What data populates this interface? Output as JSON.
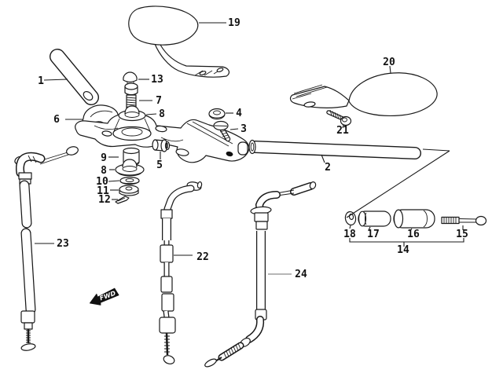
{
  "figure": {
    "type": "exploded-parts-diagram",
    "fwd_marker": {
      "label": "FWD"
    },
    "colors": {
      "ink": "#1a1a1a",
      "paper": "#ffffff",
      "muted_leader": "#8c8c8c"
    },
    "callouts": [
      {
        "text": "1"
      },
      {
        "text": "2"
      },
      {
        "text": "3"
      },
      {
        "text": "4"
      },
      {
        "text": "5"
      },
      {
        "text": "6"
      },
      {
        "text": "7"
      },
      {
        "text": "8"
      },
      {
        "text": "8"
      },
      {
        "text": "9"
      },
      {
        "text": "10"
      },
      {
        "text": "11"
      },
      {
        "text": "12"
      },
      {
        "text": "13"
      },
      {
        "text": "14"
      },
      {
        "text": "15"
      },
      {
        "text": "16"
      },
      {
        "text": "17"
      },
      {
        "text": "18"
      },
      {
        "text": "19"
      },
      {
        "text": "20"
      },
      {
        "text": "21"
      },
      {
        "text": "22"
      },
      {
        "text": "23"
      },
      {
        "text": "24"
      }
    ]
  }
}
